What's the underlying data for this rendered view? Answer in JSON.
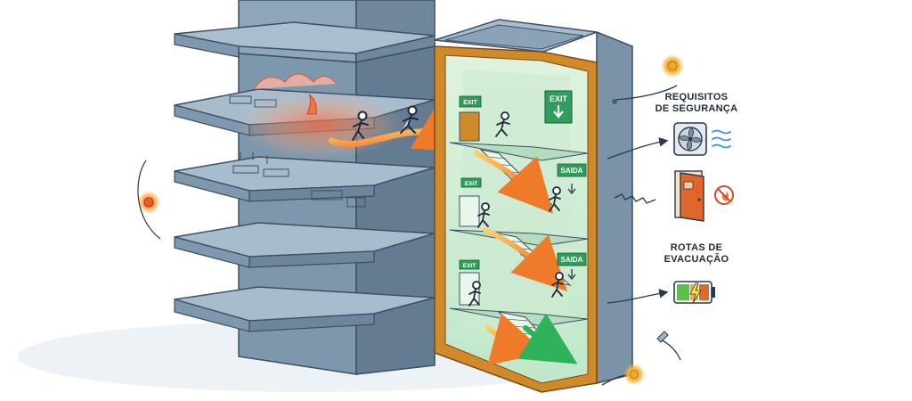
{
  "signs": {
    "exit_top_door": "EXIT",
    "exit_top_big": "EXIT",
    "saida_mid": "SAIDA",
    "exit_mid_door": "EXIT",
    "saida_low": "SAIDA",
    "exit_low_door": "EXIT"
  },
  "callouts": {
    "safety_requirements": "REQUISITOS\nDE SEGURANÇA",
    "evacuation_routes": "ROTAS DE\nEVACUAÇÃO"
  },
  "icons": {
    "fan": "ventilation-fan-icon",
    "fire_door": "fire-door-icon",
    "no_fire": "no-fire-icon",
    "battery": "emergency-battery-icon"
  },
  "colors": {
    "building": "#8aa3b8",
    "slab": "#9fb6c8",
    "stair_core_frame": "#d08a2a",
    "stair_core_glass": "#cfeccf",
    "fire": "#f2734a",
    "route_arrow": "#f29a3a",
    "exit_green": "#2f9e5a",
    "accent_dot": "#f5b72e"
  }
}
